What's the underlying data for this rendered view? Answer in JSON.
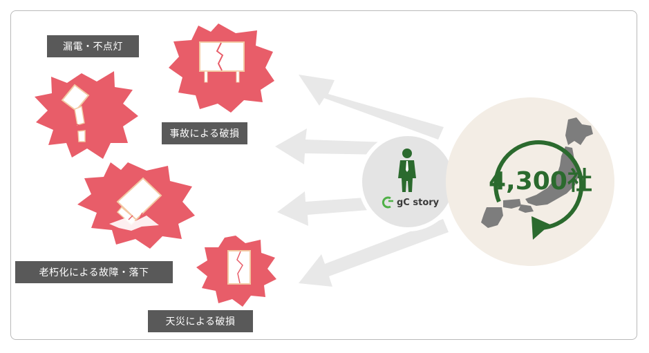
{
  "labels": {
    "leakage": "漏電・不点灯",
    "accident": "事故による破損",
    "aging": "老朽化による故障・落下",
    "disaster": "天災による破損"
  },
  "company": {
    "brand": "gC story",
    "client_count": "4,300社"
  },
  "colors": {
    "burst": "#e85d69",
    "arrow": "#e8e8e8",
    "label_bg": "#595959",
    "accent_green": "#2b6a2e",
    "map_gray": "#7d7d7d",
    "circle_bg": "#f3ede5",
    "company_circle": "#e4e4e4"
  }
}
